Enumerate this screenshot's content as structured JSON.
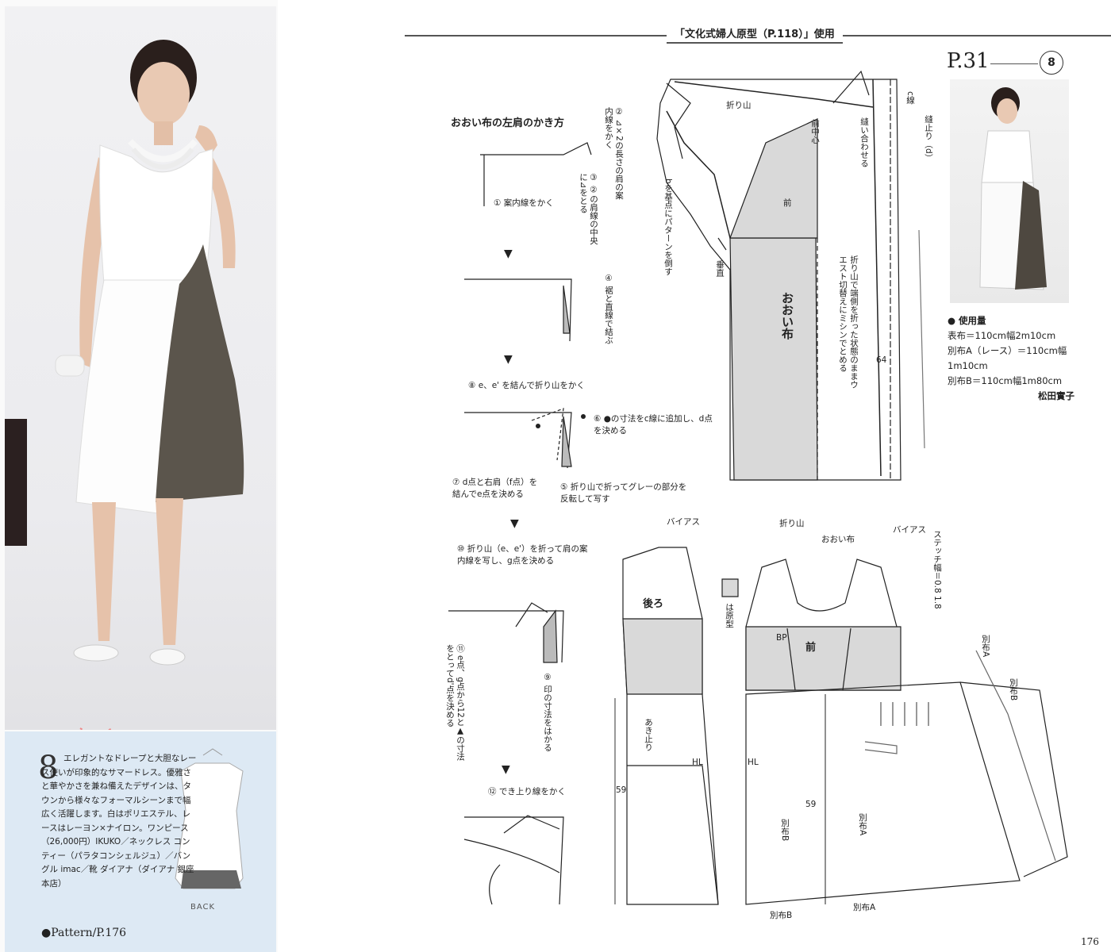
{
  "left": {
    "caption_number": "8",
    "caption_text": "エレガントなドレープと大胆なレース使いが印象的なサマードレス。優雅さと華やかさを兼ね備えたデザインは、タウンから様々なフォーマルシーンまで幅広く活躍します。白はポリエステル、レースはレーヨン×ナイロン。ワンピース（26,000円）IKUKO／ネックレス コンティー（パラタコンシェルジュ）／バングル imac／靴 ダイアナ（ダイアナ 銀座本店）",
    "pattern_ref": "●Pattern/P.176",
    "back_label": "BACK"
  },
  "right": {
    "header": "「文化式婦人原型（P.118）」使用",
    "page_ref": "P.31",
    "page_circle": "8",
    "usage": {
      "title": "● 使用量",
      "line1": "表布＝110cm幅2m10cm",
      "line2": "別布A（レース）＝110cm幅1m10cm",
      "line3": "別布B＝110cm幅1m80cm",
      "author": "松田實子"
    },
    "steps": {
      "title": "おおい布の左肩のかき方",
      "s1": "① 案内線をかく",
      "s2": "② ⊿×2の長さの肩の案内線をかく",
      "s3": "③ ②の肩線の中央に⊿をとる",
      "s4": "④ 裾と直線で結ぶ",
      "s8": "⑧ e、e' を結んで折り山をかく",
      "s6": "⑥ ●の寸法をc線に追加し、d点を決める",
      "s7": "⑦ d点と右肩（f点）を結んでe点を決める",
      "s5": "⑤ 折り山で折ってグレーの部分を反転して写す",
      "s10": "⑩ 折り山（e、e'）を折って肩の案内線を写し、g点を決める",
      "s11": "⑪ e点、g点から12と▲の寸法をとってd'点を決める",
      "s9": "⑨ 印の寸法をはかる",
      "s12": "⑫ でき上り線をかく"
    },
    "labels": {
      "ohoi": "おおい布",
      "mae": "前",
      "ushiro": "後ろ",
      "orisan": "折り山",
      "betsunu_a": "別布A",
      "betsunu_b": "別布B",
      "bias": "バイアス",
      "stitch": "ステッチ幅＝0.8 1.8",
      "genkei": "は原型",
      "aki": "あき止り",
      "hl": "HL",
      "bp": "BP",
      "note_fold": "折り山で端側を折った状態のままウエスト切替えにミシンでとめる",
      "b_base": "bを基点にパターンを倒す",
      "suichoku": "垂直",
      "maechushin": "前中心",
      "nuiawase": "縫い合わせる",
      "nuidomari": "縫止り（d）",
      "c_sen": "c線",
      "n59": "59",
      "n64": "64",
      "n176": "176"
    }
  }
}
